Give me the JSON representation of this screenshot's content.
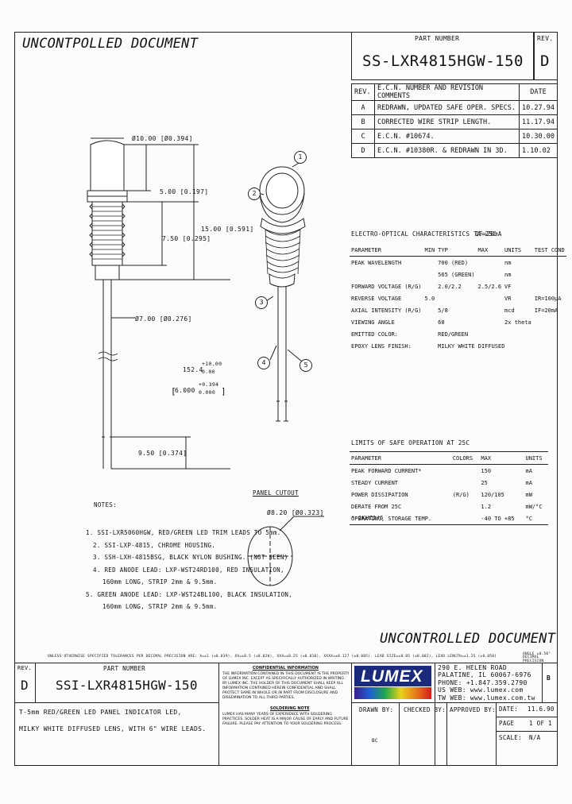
{
  "header": {
    "uncontrolled_top": "UNCONTPOLLED  DOCUMENT",
    "part_number_label": "PART NUMBER",
    "part_number": "SS-LXR4815HGW-150",
    "rev_label": "REV.",
    "rev": "D"
  },
  "revisions": {
    "headers": [
      "REV.",
      "E.C.N. NUMBER AND REVISION COMMENTS",
      "DATE"
    ],
    "rows": [
      [
        "A",
        "REDRAWN, UPDATED SAFE OPER. SPECS.",
        "10.27.94"
      ],
      [
        "B",
        "CORRECTED WIRE STRIP LENGTH.",
        "11.17.94"
      ],
      [
        "C",
        "E.C.N. #10674.",
        "10.30.00"
      ],
      [
        "D",
        "E.C.N. #10380R. & REDRAWN IN 3D.",
        "1.10.02"
      ]
    ]
  },
  "dimensions": {
    "d1": "Ø10.00 [Ø0.394]",
    "d2": "5.00 [0.197]",
    "d3": "15.00 [0.591]",
    "d4": "7.50 [0.295]",
    "d5": "Ø7.00 [Ø0.276]",
    "d6a": "152.4",
    "d6tol1": "+10.00",
    "d6tol2": "0.00",
    "d7": "6.000",
    "d7tol1": "+0.394",
    "d7tol2": "0.000",
    "d8": "9.50 [0.374]",
    "panel_cutout": "PANEL CUTOUT",
    "panel_dia": "Ø8.20 [Ø0.323]"
  },
  "callouts": [
    "1",
    "2",
    "3",
    "4",
    "5"
  ],
  "electro_optical": {
    "title": "ELECTRO-OPTICAL CHARACTERISTICS TA=25C",
    "title_cond": "IF=20mA",
    "headers": [
      "PARAMETER",
      "MIN",
      "TYP",
      "MAX",
      "UNITS",
      "TEST COND"
    ],
    "rows": [
      [
        "PEAK WAVELENGTH",
        "",
        "700 (RED)",
        "",
        "nm",
        ""
      ],
      [
        "",
        "",
        "565 (GREEN)",
        "",
        "nm",
        ""
      ],
      [
        "FORWARD VOLTAGE (R/G)",
        "",
        "2.0/2.2",
        "2.5/2.6",
        "VF",
        ""
      ],
      [
        "REVERSE VOLTAGE",
        "5.0",
        "",
        "",
        "VR",
        "IR=100µA"
      ],
      [
        "AXIAL INTENSITY   (R/G)",
        "",
        "5/8",
        "",
        "mcd",
        "IF=20mA"
      ],
      [
        "VIEWING ANGLE",
        "",
        "60",
        "",
        "2x theta",
        ""
      ],
      [
        "EMITTED COLOR:",
        "",
        "RED/GREEN",
        "",
        "",
        ""
      ],
      [
        "EPOXY LENS FINISH:",
        "",
        "MILKY WHITE DIFFUSED",
        "",
        "",
        ""
      ]
    ]
  },
  "safe_operation": {
    "title": "LIMITS OF SAFE OPERATION AT 25C",
    "headers": [
      "PARAMETER",
      "COLORS",
      "MAX",
      "UNITS"
    ],
    "rows": [
      [
        "PEAK FORWARD CURRENT*",
        "",
        "150",
        "mA"
      ],
      [
        "STEADY CURRENT",
        "",
        "25",
        "mA"
      ],
      [
        "POWER DISSIPATION",
        "(R/G)",
        "120/105",
        "mW"
      ],
      [
        "DERATE FROM 25C",
        "",
        "1.2",
        "mW/°C"
      ],
      [
        "OPERATING, STORAGE TEMP.",
        "",
        "-40 TO +85",
        "°C"
      ]
    ],
    "footnote": "* 1KHZ1/6"
  },
  "notes": {
    "title": "NOTES:",
    "items": [
      "1. SSI-LXR5060HGW, RED/GREEN LED TRIM LEADS TO 5mm.",
      "2. SSI-LXP-4815, CHROME HOUSING.",
      "3. SSH-LXH-4815BSG, BLACK NYLON BUSHING. (NOT SEEN)",
      "4. RED ANODE LEAD: LXP-WST24RD100, RED INSULATION,",
      "160mm LONG, STRIP 2mm & 9.5mm.",
      "5. GREEN ANODE LEAD: LXP-WST24BL100, BLACK INSULATION,",
      "160mm LONG, STRIP 2mm & 9.5mm."
    ]
  },
  "uncontrolled_bottom": "UNCONTROLLED  DOCUMENT",
  "tolerance_line": "UNLESS OTHERWISE SPECIFIED TOLERANCES PER DECIMAL PRECISION ARE: X=±1 (±0.039), XX=±0.5 (±0.020), XXX=±0.25 (±0.010), XXXX=±0.127 (±0.005). LEAD SIZE=±0.05 (±0.002), LEAD LENGTH=±1.25 (±0.050)",
  "tolerance_right": "ANGLE ±0.50° DECIMAL PRECISION",
  "title_block": {
    "rev_label": "REV.",
    "part_number_label": "PART NUMBER",
    "rev": "D",
    "part_number": "SSI-LXR4815HGW-150",
    "description_line1": "T-5mm RED/GREEN LED PANEL INDICATOR LED,",
    "description_line2": "MILKY WHITE DIFFUSED LENS, WITH 6\" WIRE LEADS.",
    "confidential_title": "CONFIDENTIAL INFORMATION",
    "confidential_text": "THE INFORMATION CONTAINED IN THIS DOCUMENT IS THE PROPERTY OF LUMEX INC. EXCEPT AS SPECIFICALLY AUTHORIZED IN WRITING BY LUMEX INC. THE HOLDER OF THIS DOCUMENT SHALL KEEP ALL INFORMATION CONTAINED HEREIN CONFIDENTIAL AND SHALL PROTECT SAME IN WHOLE OR IN PART FROM DISCLOSURE AND DISSEMINATION TO ALL THIRD PARTIES.",
    "soldering_title": "SOLDERING NOTE",
    "soldering_text": "LUMEX HAS MANY YEARS OF EXPERIENCE WITH SOLDERING PRACTICES. SOLDER HEAT IS A MAJOR CAUSE OF EARLY AND FUTURE FAILURE. PLEASE PAY ATTENTION TO YOUR SOLDERING PROCESS.",
    "logo": "LUMEX",
    "address": [
      "290 E. HELEN ROAD",
      "PALATINE, IL 60067-6976",
      "PHONE: +1.847.359.2790",
      "US WEB: www.lumex.com",
      "TW WEB: www.lumex.com.tw"
    ],
    "drawn_by_label": "DRAWN BY:",
    "drawn_by": "BC",
    "checked_by_label": "CHECKED BY:",
    "approved_by_label": "APPROVED BY:",
    "date_label": "DATE:",
    "date": "11.6.90",
    "page_label": "PAGE",
    "page": "1 OF 1",
    "scale_label": "SCALE:",
    "scale": "N/A",
    "corner_mark": "B"
  }
}
